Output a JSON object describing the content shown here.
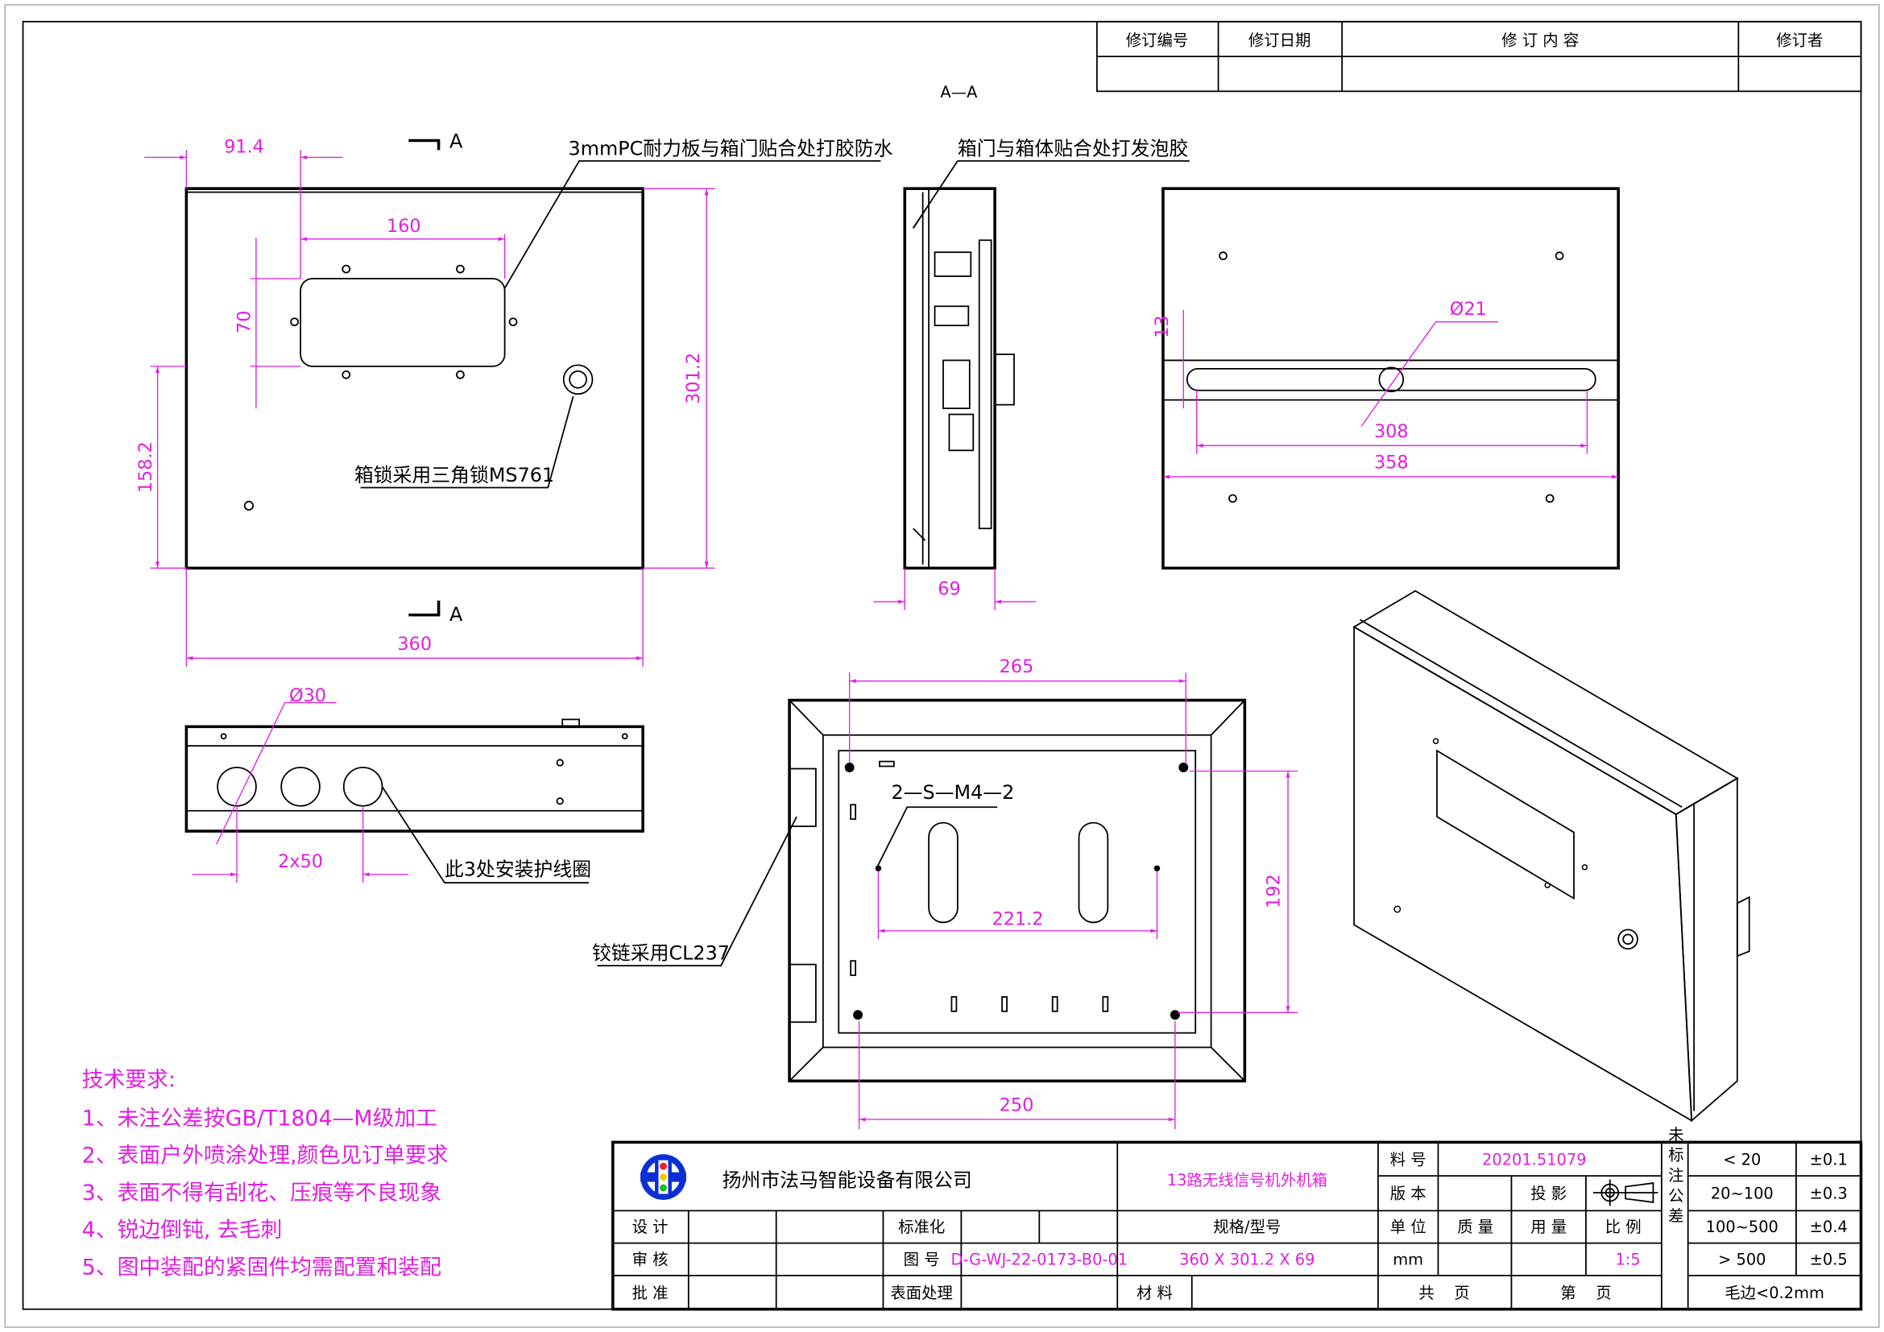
{
  "revision_table": {
    "headers": [
      "修订编号",
      "修订日期",
      "修 订 内 容",
      "修订者"
    ]
  },
  "section_label": "A—A",
  "section_marker": "A",
  "annotations": {
    "pc_board": "3mmPC耐力板与箱门贴合处打胶防水",
    "foam": "箱门与箱体贴合处打发泡胶",
    "lock": "箱锁采用三角锁MS761",
    "grommet": "此3处安装护线圈",
    "hinge": "铰链采用CL237",
    "screws": "2—S—M4—2"
  },
  "dimensions": {
    "d91_4": "91.4",
    "d160": "160",
    "d70": "70",
    "d158_2": "158.2",
    "d301_2": "301.2",
    "d360": "360",
    "d69": "69",
    "phi21": "Ø21",
    "d13": "13",
    "d308": "308",
    "d358": "358",
    "phi30": "Ø30",
    "d2x50": "2x50",
    "d265": "265",
    "d221_2": "221.2",
    "d192": "192",
    "d250": "250"
  },
  "tech_requirements": {
    "title": "技术要求:",
    "items": [
      "1、未注公差按GB/T1804—M级加工",
      "2、表面户外喷涂处理,颜色见订单要求",
      "3、表面不得有刮花、压痕等不良现象",
      "4、锐边倒钝, 去毛刺",
      "5、图中装配的紧固件均需配置和装配"
    ]
  },
  "title_block": {
    "company": "扬州市法马智能设备有限公司",
    "product_title": "13路无线信号机外机箱",
    "design": "设 计",
    "review": "审 核",
    "approve": "批 准",
    "standardize": "标准化",
    "drawing_no_label": "图 号",
    "drawing_no": "D-G-WJ-22-0173-B0-01",
    "surface_label": "表面处理",
    "spec_label": "规格/型号",
    "spec_value": "360 X 301.2 X 69",
    "material_label": "材 料",
    "part_no_label": "料 号",
    "part_no": "20201.51079",
    "version_label": "版 本",
    "projection_label": "投 影",
    "unit_label": "单 位",
    "mass_label": "质 量",
    "usage_label": "用 量",
    "scale_label": "比 例",
    "unit_value": "mm",
    "scale_value": "1:5",
    "total_pages": "共    页",
    "page_no": "第    页",
    "tolerance_title": "未标注公差",
    "tolerances": [
      {
        "range": "< 20",
        "value": "±0.1"
      },
      {
        "range": "20~100",
        "value": "±0.3"
      },
      {
        "range": "100~500",
        "value": "±0.4"
      },
      {
        "range": "> 500",
        "value": "±0.5"
      }
    ],
    "burr": "毛边<0.2mm"
  },
  "colors": {
    "dimension": "#e11ee1",
    "logo_blue": "#0a2fd6"
  }
}
